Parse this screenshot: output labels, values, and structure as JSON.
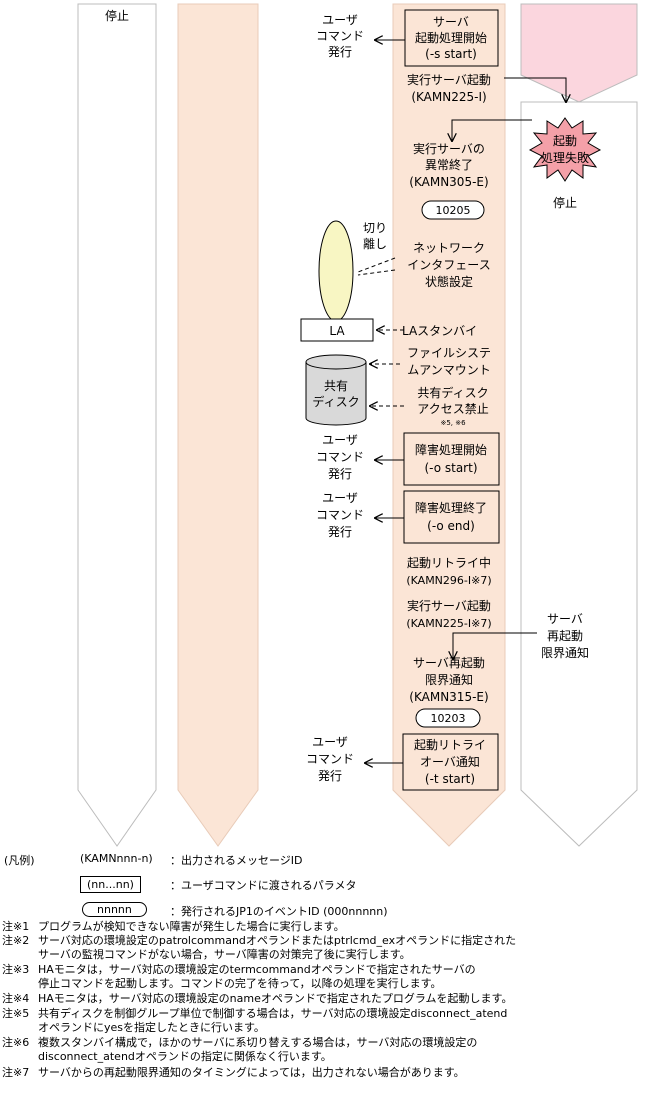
{
  "diagram": {
    "col1_stop": "停止",
    "col5_stop": "停止",
    "user_cmd_1": [
      "ユーザ",
      "コマンド",
      "発行"
    ],
    "server_start_box": [
      "サーバ",
      "起動処理開始",
      "(-s start)"
    ],
    "exec_server_start_1": [
      "実行サーバ起動",
      "(KAMN225-I)"
    ],
    "fail_burst": [
      "起動",
      "処理失敗"
    ],
    "abnormal_end": [
      "実行サーバの",
      "異常終了",
      "(KAMN305-E)"
    ],
    "event_10205": "10205",
    "detach": [
      "切り",
      "離し"
    ],
    "network_if": [
      "ネットワーク",
      "インタフェース",
      "状態設定"
    ],
    "la_box": "LA",
    "la_standby": "LAスタンバイ",
    "fs_unmount": [
      "ファイルシステ",
      "ムアンマウント"
    ],
    "shared_disk": [
      "共有",
      "ディスク"
    ],
    "disk_access": [
      "共有ディスク",
      "アクセス禁止"
    ],
    "disk_access_notes": "※5, ※6",
    "user_cmd_2": [
      "ユーザ",
      "コマンド",
      "発行"
    ],
    "fault_start_box": [
      "障害処理開始",
      "(-o start)"
    ],
    "user_cmd_3": [
      "ユーザ",
      "コマンド",
      "発行"
    ],
    "fault_end_box": [
      "障害処理終了",
      "(-o end)"
    ],
    "retry": [
      "起動リトライ中",
      "(KAMN296-I※7)"
    ],
    "exec_server_start_2": [
      "実行サーバ起動",
      "(KAMN225-I※7)"
    ],
    "restart_limit_right": [
      "サーバ",
      "再起動",
      "限界通知"
    ],
    "restart_limit": [
      "サーバ再起動",
      "限界通知",
      "(KAMN315-E)"
    ],
    "event_10203": "10203",
    "user_cmd_4": [
      "ユーザ",
      "コマンド",
      "発行"
    ],
    "retry_over_box": [
      "起動リトライ",
      "オーバ通知",
      "(-t start)"
    ]
  },
  "legend": {
    "title": "(凡例)",
    "msg_sample": "(KAMNnnn-n)",
    "msg_desc": "：出力されるメッセージID",
    "param_sample": "(nn...nn)",
    "param_desc": "：ユーザコマンドに渡されるパラメタ",
    "event_sample": "nnnnn",
    "event_desc": "：発行されるJP1のイベントID (000nnnnn)"
  },
  "notes": [
    {
      "label": "注※1",
      "text": "プログラムが検知できない障害が発生した場合に実行します。"
    },
    {
      "label": "注※2",
      "text": "サーバ対応の環境設定のpatrolcommandオペランドまたはptrlcmd_exオペランドに指定された\nサーバの監視コマンドがない場合，サーバ障害の対策完了後に実行します。"
    },
    {
      "label": "注※3",
      "text": "HAモニタは，サーバ対応の環境設定のtermcommandオペランドで指定されたサーバの\n停止コマンドを起動します。コマンドの完了を待って，以降の処理を実行します。"
    },
    {
      "label": "注※4",
      "text": "HAモニタは，サーバ対応の環境設定のnameオペランドで指定されたプログラムを起動します。"
    },
    {
      "label": "注※5",
      "text": "共有ディスクを制御グループ単位で制御する場合は，サーバ対応の環境設定disconnect_atend\nオペランドにyesを指定したときに行います。"
    },
    {
      "label": "注※6",
      "text": "複数スタンバイ構成で，ほかのサーバに系切り替えする場合は，サーバ対応の環境設定の\ndisconnect_atendオペランドの指定に関係なく行います。"
    },
    {
      "label": "注※7",
      "text": "サーバからの再起動限界通知のタイミングによっては，出力されない場合があります。"
    }
  ],
  "colors": {
    "peach": "#fbe5d6",
    "pink": "#fbd6de",
    "burst": "#f4a0a8",
    "ellipse": "#f8f6c3",
    "lane_stroke": "#bcbcbc"
  }
}
